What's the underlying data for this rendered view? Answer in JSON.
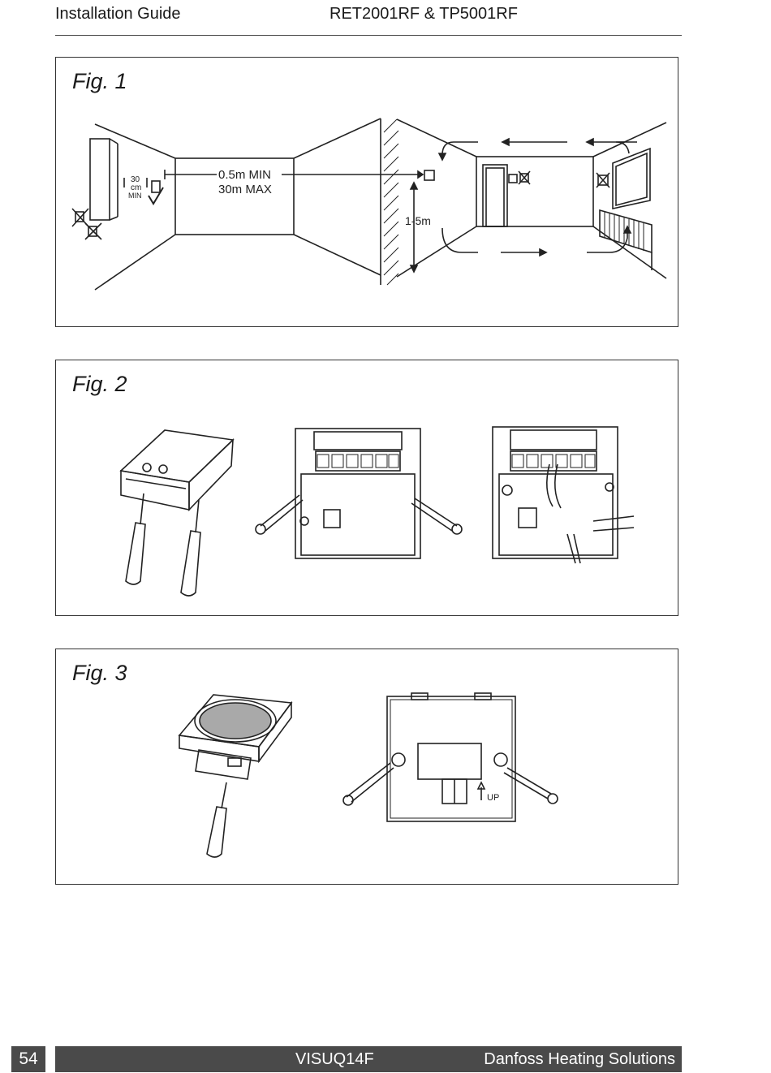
{
  "header": {
    "left": "Installation Guide",
    "center": "RET2001RF & TP5001RF"
  },
  "figures": [
    {
      "title": "Fig. 1",
      "labels": {
        "clearance": "30",
        "clearance_unit": "cm",
        "clearance_min": "MIN",
        "distance_min": "0.5m MIN",
        "distance_max": "30m MAX",
        "height": "1-5m"
      }
    },
    {
      "title": "Fig. 2"
    },
    {
      "title": "Fig. 3",
      "labels": {
        "up": "UP"
      }
    }
  ],
  "footer": {
    "page_number": "54",
    "doc_code": "VISUQ14F",
    "brand": "Danfoss Heating Solutions"
  }
}
